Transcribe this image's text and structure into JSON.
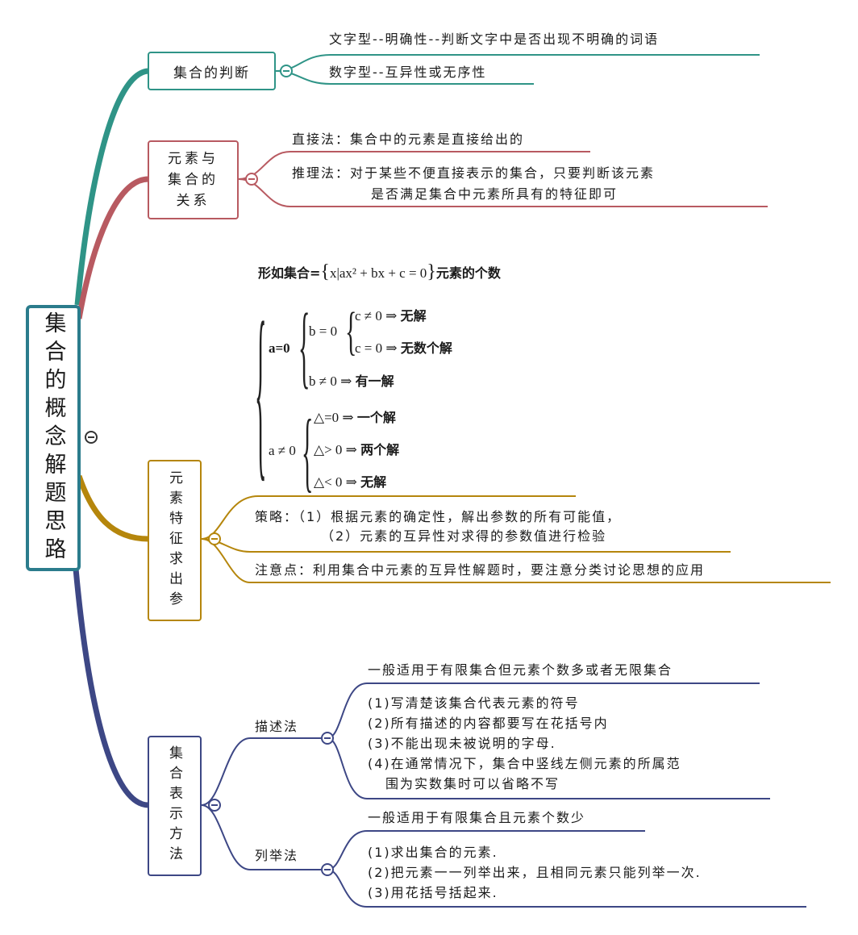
{
  "colors": {
    "teal": "#2f9487",
    "red": "#b85a61",
    "gold": "#b5860c",
    "navy": "#3d4785",
    "root": "#2b7c8c"
  },
  "root": {
    "label": "集合的概念解题思路"
  },
  "b1": {
    "label": "集合的判断",
    "items": [
      "文字型--明确性--判断文字中是否出现不明确的词语",
      "数字型--互异性或无序性"
    ]
  },
  "b2": {
    "label": "元素与集合的关系",
    "items": [
      "直接法：集合中的元素是直接给出的",
      "推理法：对于某些不便直接表示的集合，只要判断该元素",
      "是否满足集合中元素所具有的特征即可"
    ]
  },
  "b3": {
    "label": "元素特征求出参",
    "formula": {
      "prefix": "形如集合=",
      "set": "x|ax² + bx + c = 0",
      "suffix": "元素的个数",
      "a0": "a=0",
      "b0": "b = 0",
      "c_ne": "c ≠ 0 ⇒",
      "c_ne_r": "无解",
      "c_eq": "c = 0 ⇒",
      "c_eq_r": "无数个解",
      "b_ne": "b ≠ 0 ⇒",
      "b_ne_r": "有一解",
      "a_ne": "a ≠ 0",
      "d0": "△=0 ⇒",
      "d0_r": "一个解",
      "dpos": "△> 0 ⇒",
      "dpos_r": "两个解",
      "dneg": "△< 0 ⇒",
      "dneg_r": "无解"
    },
    "strategy1": "策略：（1）根据元素的确定性，解出参数的所有可能值，",
    "strategy2": "（2）元素的互异性对求得的参数值进行检验",
    "note": "注意点：利用集合中元素的互异性解题时，要注意分类讨论思想的应用"
  },
  "b4": {
    "label": "集合表示方法",
    "describe": {
      "label": "描述法",
      "general": "一般适用于有限集合但元素个数多或者无限集合",
      "items": [
        "(1)写清楚该集合代表元素的符号",
        "(2)所有描述的内容都要写在花括号内",
        "(3)不能出现未被说明的字母.",
        "(4)在通常情况下，集合中竖线左侧元素的所属范",
        "围为实数集时可以省略不写"
      ]
    },
    "list": {
      "label": "列举法",
      "general": "一般适用于有限集合且元素个数少",
      "items": [
        "(1)求出集合的元素.",
        "(2)把元素一一列举出来，且相同元素只能列举一次.",
        "(3)用花括号括起来."
      ]
    }
  }
}
